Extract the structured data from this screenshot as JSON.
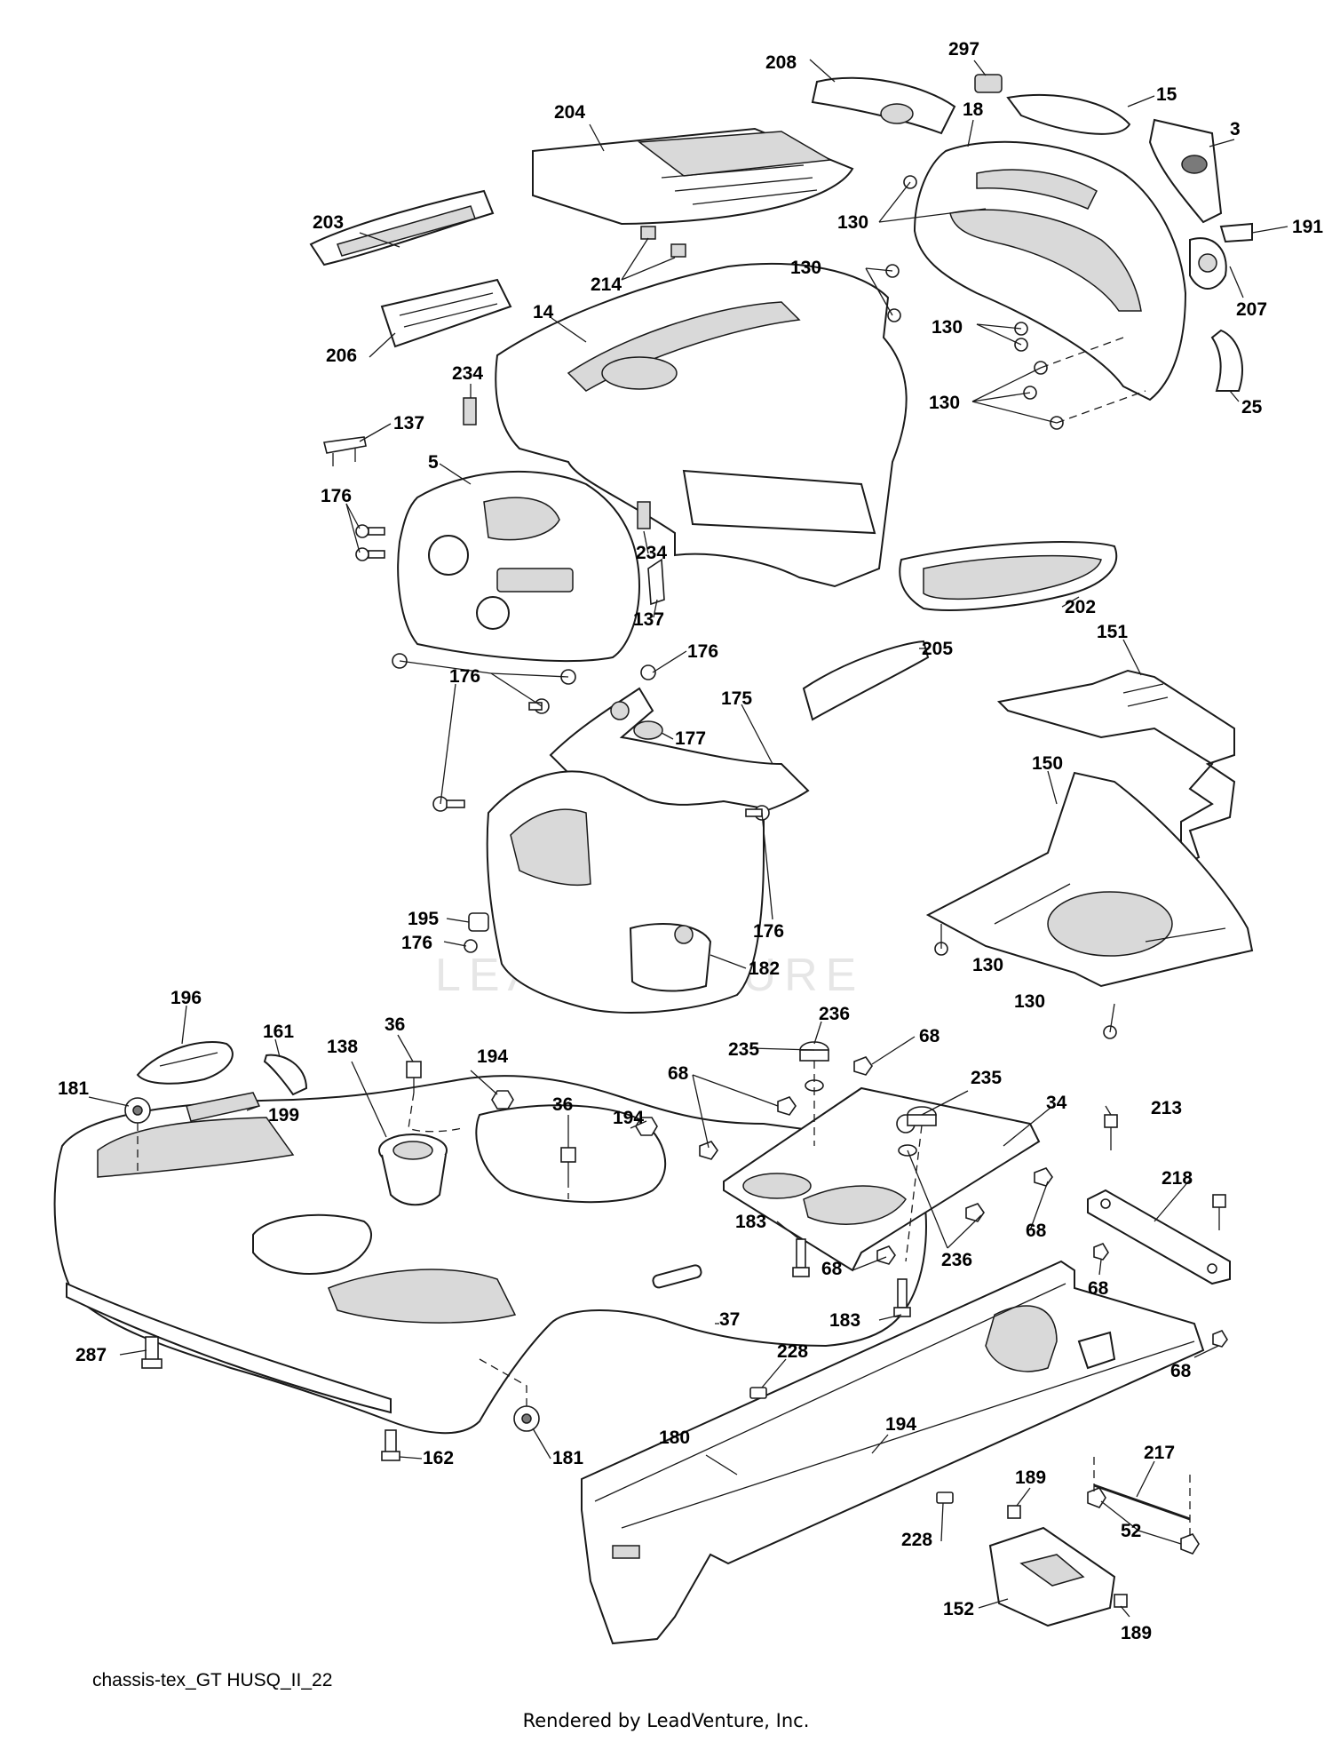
{
  "watermark": "LEADVENTURE",
  "footer": {
    "diagram_code": "chassis-tex_GT HUSQ_II_22",
    "rendered_by": "Rendered by LeadVenture, Inc."
  },
  "callouts": {
    "c297": "297",
    "c208": "208",
    "c15": "15",
    "c18": "18",
    "c204": "204",
    "c3": "3",
    "c130a": "130",
    "c191": "191",
    "c203": "203",
    "c214": "214",
    "c130b": "130",
    "c207": "207",
    "c14": "14",
    "c130c": "130",
    "c206": "206",
    "c234a": "234",
    "c130d": "130",
    "c25": "25",
    "c137a": "137",
    "c5": "5",
    "c176a": "176",
    "c234b": "234",
    "c137b": "137",
    "c202": "202",
    "c176b": "176",
    "c205": "205",
    "c176c": "176",
    "c151": "151",
    "c175": "175",
    "c177": "177",
    "c150": "150",
    "c195": "195",
    "c176d": "176",
    "c176e": "176",
    "c130e": "130",
    "c182": "182",
    "c130f": "130",
    "c196": "196",
    "c161": "161",
    "c138": "138",
    "c36a": "36",
    "c236a": "236",
    "c68a": "68",
    "c194a": "194",
    "c235a": "235",
    "c181a": "181",
    "c199": "199",
    "c68b": "68",
    "c235b": "235",
    "c36b": "36",
    "c194b": "194",
    "c34": "34",
    "c213": "213",
    "c218": "218",
    "c183a": "183",
    "c68c": "68",
    "c236b": "236",
    "c68d": "68",
    "c68e": "68",
    "c183b": "183",
    "c37": "37",
    "c287": "287",
    "c68f": "68",
    "c228a": "228",
    "c180": "180",
    "c194c": "194",
    "c162": "162",
    "c181b": "181",
    "c217": "217",
    "c189a": "189",
    "c52": "52",
    "c228b": "228",
    "c152": "152",
    "c189b": "189"
  }
}
